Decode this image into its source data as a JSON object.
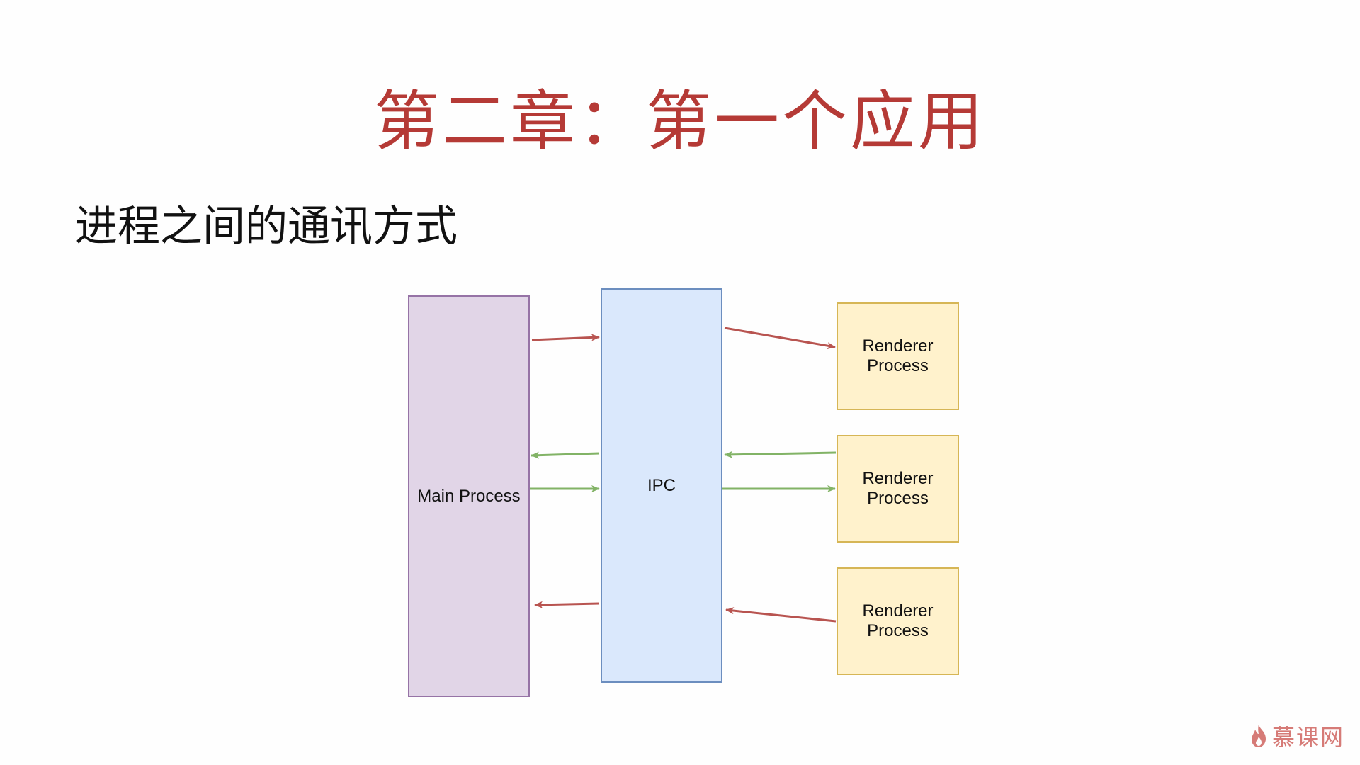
{
  "slide": {
    "title": "第二章：第一个应用",
    "subtitle": "进程之间的通讯方式"
  },
  "diagram": {
    "main_label": "Main Process",
    "ipc_label": "IPC",
    "renderers": [
      {
        "label": "Renderer Process"
      },
      {
        "label": "Renderer Process"
      },
      {
        "label": "Renderer Process"
      }
    ],
    "colors": {
      "main_fill": "#e1d5e7",
      "main_stroke": "#9673a6",
      "ipc_fill": "#dae8fc",
      "ipc_stroke": "#6c8ebf",
      "renderer_fill": "#fff2cc",
      "renderer_stroke": "#d6b656",
      "red_arrow": "#b85450",
      "green_arrow": "#82b366"
    }
  },
  "watermark": {
    "icon": "flame-icon",
    "text": "慕课网"
  }
}
